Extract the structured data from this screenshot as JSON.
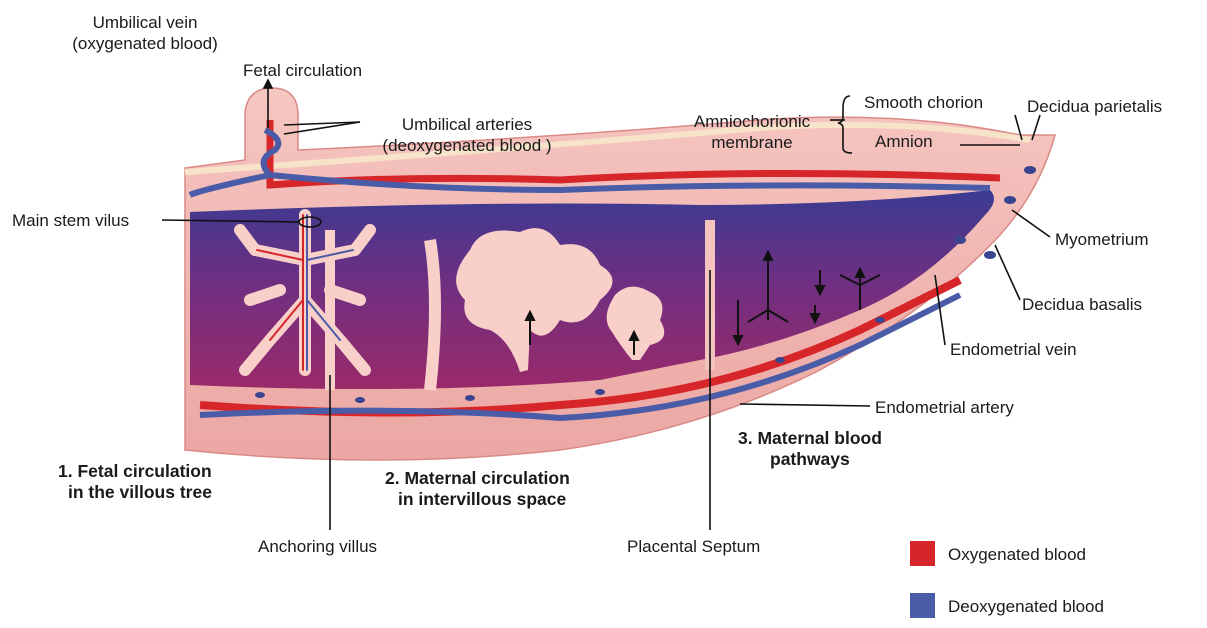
{
  "labels": {
    "umbilical_vein_1": "Umbilical vein",
    "umbilical_vein_2": "(oxygenated blood)",
    "fetal_circulation": "Fetal circulation",
    "umbilical_arteries_1": "Umbilical arteries",
    "umbilical_arteries_2": "(deoxygenated blood )",
    "main_stem_vilus": "Main stem vilus",
    "amniochorionic_1": "Amniochorionic",
    "amniochorionic_2": "membrane",
    "smooth_chorion": "Smooth chorion",
    "amnion": "Amnion",
    "decidua_parietalis": "Decidua parietalis",
    "myometrium": "Myometrium",
    "decidua_basalis": "Decidua basalis",
    "endometrial_vein": "Endometrial vein",
    "endometrial_artery": "Endometrial artery",
    "anchoring_villus": "Anchoring villus",
    "placental_septum": "Placental Septum"
  },
  "sections": {
    "s1_line1": "1. Fetal circulation",
    "s1_line2": "in the villous tree",
    "s2_line1": "2. Maternal circulation",
    "s2_line2": "in intervillous space",
    "s3_line1": "3. Maternal blood",
    "s3_line2": "pathways"
  },
  "legend": {
    "oxygenated_label": "Oxygenated blood",
    "deoxygenated_label": "Deoxygenated blood",
    "oxygenated_color": "#d7262a",
    "deoxygenated_color": "#4a5ca8"
  },
  "colors": {
    "tissue": "#f2b7b3",
    "intervillous_blue": "#3e3f94",
    "intervillous_magenta": "#8c2a72",
    "villus_pink": "#f9cfc9",
    "artery_red": "#d7262a",
    "vein_blue": "#4a5ca8"
  }
}
